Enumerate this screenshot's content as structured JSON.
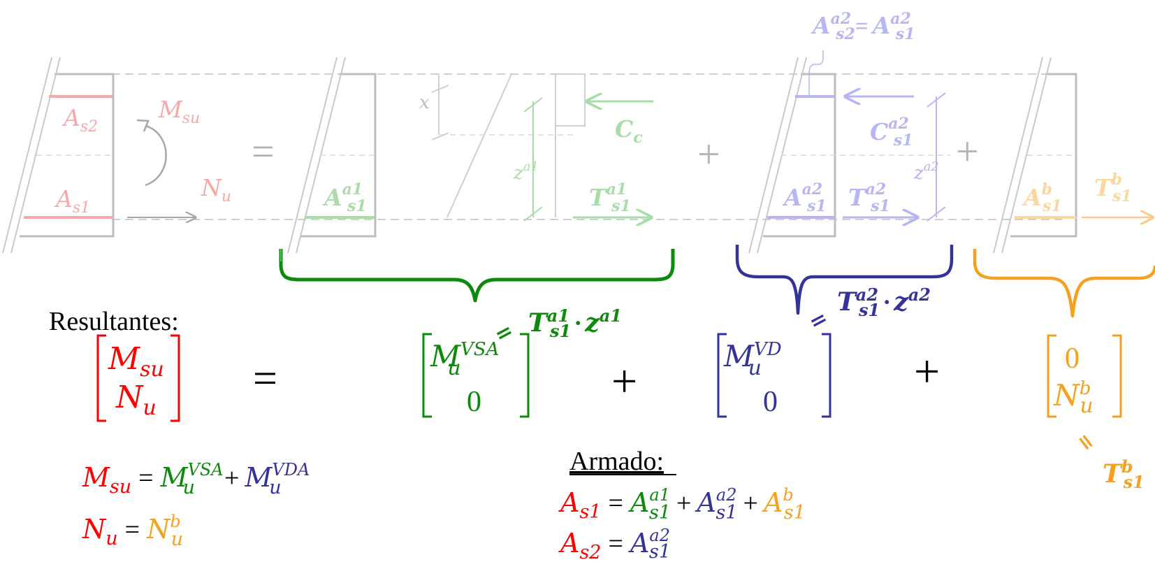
{
  "diagram": {
    "section_labels": {
      "As2": {
        "base": "A",
        "sub": "s2"
      },
      "As1": {
        "base": "A",
        "sub": "s1"
      },
      "Msu": {
        "base": "M",
        "sub": "su"
      },
      "Nu": {
        "base": "N",
        "sub": "u"
      }
    },
    "equals_sign": "=",
    "plus_sign": "+",
    "section_a1": {
      "As1_a1": {
        "base": "A",
        "sub": "s1",
        "sup": "a1"
      },
      "x_label": "x",
      "Cc": {
        "base": "C",
        "sub": "c"
      },
      "z_a1": {
        "base": "z",
        "sup": "a1"
      },
      "Ts1_a1": {
        "base": "T",
        "sub": "s1",
        "sup": "a1"
      }
    },
    "section_a2": {
      "As2_eq": {
        "lhs_base": "A",
        "lhs_sub": "s2",
        "lhs_sup": "a2",
        "eq": "=",
        "rhs_base": "A",
        "rhs_sub": "s1",
        "rhs_sup": "a2"
      },
      "Cs1_a2": {
        "base": "C",
        "sub": "s1",
        "sup": "a2"
      },
      "As1_a2": {
        "base": "A",
        "sub": "s1",
        "sup": "a2"
      },
      "Ts1_a2": {
        "base": "T",
        "sub": "s1",
        "sup": "a2"
      },
      "z_a2": {
        "base": "z",
        "sup": "a2"
      }
    },
    "section_b": {
      "As1_b": {
        "base": "A",
        "sub": "s1",
        "sup": "b"
      },
      "Ts1_b": {
        "base": "T",
        "sub": "s1",
        "sup": "b"
      }
    }
  },
  "resultantes": {
    "title": "Resultantes:",
    "lhs": {
      "top": {
        "base": "M",
        "sub": "su"
      },
      "bottom": {
        "base": "N",
        "sub": "u"
      }
    },
    "equals": "=",
    "m1": {
      "top": {
        "base": "M",
        "sub": "u",
        "sup": "VSA"
      },
      "bottom": "0"
    },
    "m2": {
      "top": {
        "base": "M",
        "sub": "u",
        "sup": "VD"
      },
      "bottom": "0"
    },
    "m3": {
      "top": "0",
      "bottom": {
        "base": "N",
        "sub": "u",
        "sup": "b"
      }
    },
    "plus": "+",
    "note_green": {
      "base1": "T",
      "sub1": "s1",
      "sup1": "a1",
      "dot": "·",
      "base2": "z",
      "sup2": "a1",
      "eq": "="
    },
    "note_blue": {
      "base1": "T",
      "sub1": "s1",
      "sup1": "a2",
      "dot": "·",
      "base2": "z",
      "sup2": "a2",
      "eq": "="
    },
    "note_orange": {
      "base": "T",
      "sub": "s1",
      "sup": "b",
      "eq": "="
    }
  },
  "equations": {
    "msu_eq": {
      "lhs_base": "M",
      "lhs_sub": "su",
      "eq": "=",
      "t1_base": "M",
      "t1_sub": "u",
      "t1_sup": "VSA",
      "plus": "+",
      "t2_base": "M",
      "t2_sub": "u",
      "t2_sup": "VDA"
    },
    "nu_eq": {
      "lhs_base": "N",
      "lhs_sub": "u",
      "eq": "=",
      "t1_base": "N",
      "t1_sub": "u",
      "t1_sup": "b"
    }
  },
  "armado": {
    "title": "Armado:",
    "as1_eq": {
      "lhs_base": "A",
      "lhs_sub": "s1",
      "eq": "=",
      "t1_base": "A",
      "t1_sub": "s1",
      "t1_sup": "a1",
      "plus1": "+",
      "t2_base": "A",
      "t2_sub": "s1",
      "t2_sup": "a2",
      "plus2": "+",
      "t3_base": "A",
      "t3_sub": "s1",
      "t3_sup": "b"
    },
    "as2_eq": {
      "lhs_base": "A",
      "lhs_sub": "s2",
      "eq": "=",
      "t1_base": "A",
      "t1_sub": "s1",
      "t1_sup": "a2"
    }
  },
  "colors": {
    "red": "#ff0000",
    "green": "#0b8a0b",
    "blue": "#33339a",
    "orange": "#f5a01e",
    "gray": "#9a9a9a",
    "light_red": "#f7a8a8",
    "light_green": "#a9dca9",
    "light_blue": "#b6b6f2",
    "light_orange": "#fbd7a0"
  }
}
